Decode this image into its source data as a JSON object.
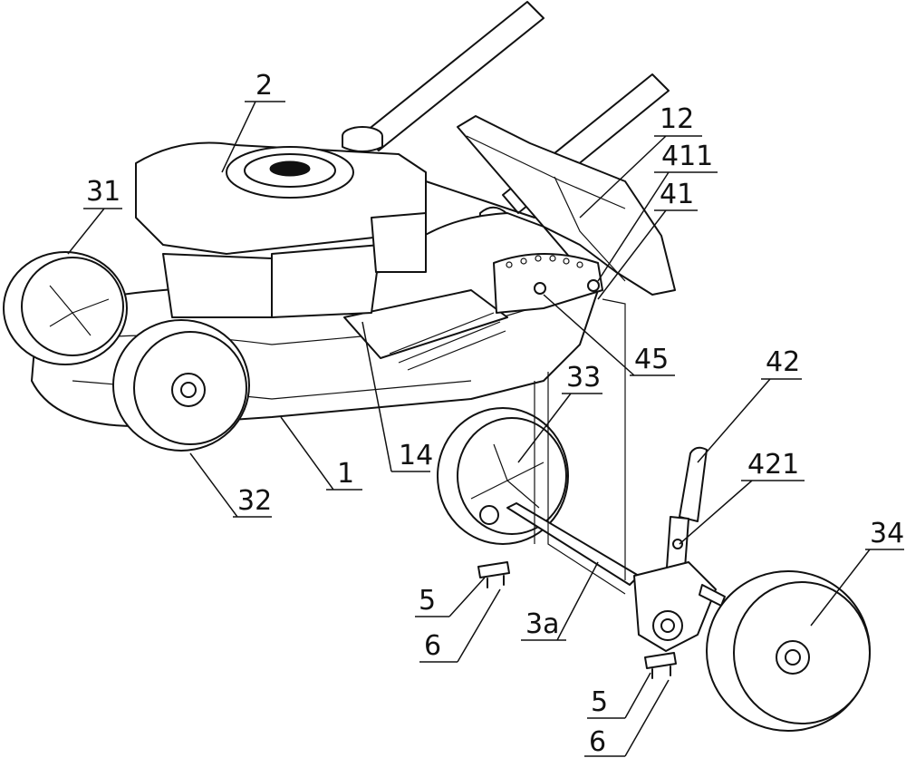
{
  "figure": {
    "labels": {
      "l2": "2",
      "l31": "31",
      "l12": "12",
      "l411": "411",
      "l41": "41",
      "l45": "45",
      "l33": "33",
      "l42": "42",
      "l421": "421",
      "l34": "34",
      "l32": "32",
      "l1": "1",
      "l14": "14",
      "l5a": "5",
      "l6a": "6",
      "l3a": "3a",
      "l5b": "5",
      "l6b": "6"
    }
  }
}
